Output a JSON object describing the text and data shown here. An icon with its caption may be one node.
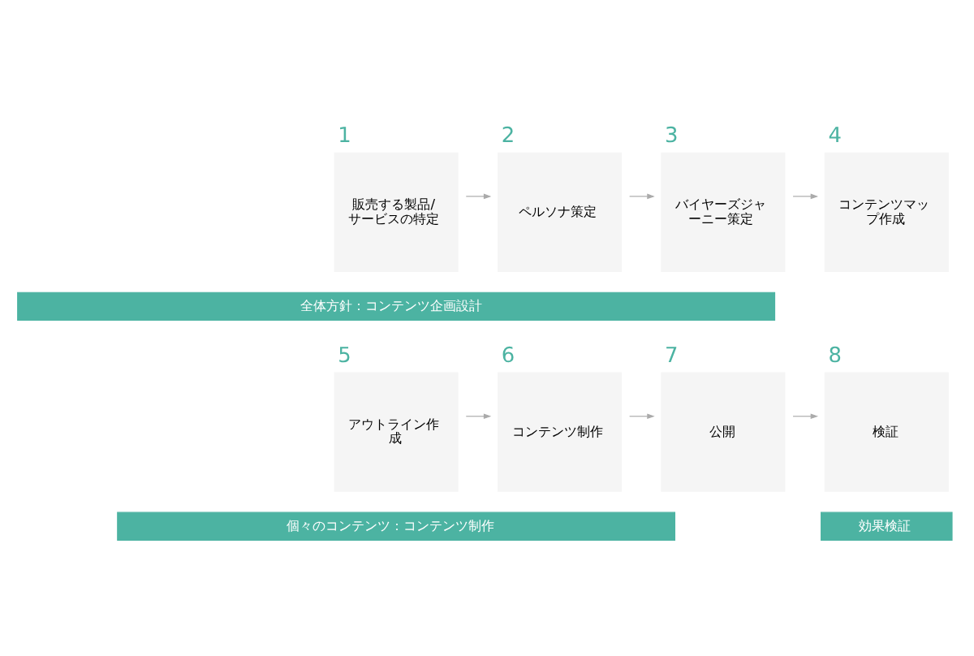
{
  "diagram": {
    "nodes": [
      {
        "text": [
          "1",
          "販売する製品/サービスの特定"
        ]
      },
      {
        "text": [
          "2",
          "ペルソナ策定"
        ]
      },
      {
        "text": [
          "3",
          "バイヤーズジャーニー策定"
        ]
      },
      {
        "text": [
          "4",
          "コンテンツマップ作成"
        ]
      },
      {
        "text": [
          "全体方針：コンテンツ企画設計"
        ]
      },
      {
        "text": [
          "5",
          "アウトライン作成"
        ]
      },
      {
        "text": [
          "6",
          "コンテンツ制作"
        ]
      },
      {
        "text": [
          "7",
          "公開"
        ]
      },
      {
        "text": [
          "8",
          "検証"
        ]
      },
      {
        "text": [
          "個々のコンテンツ：コンテンツ制作"
        ]
      },
      {
        "text": [
          "効果検証"
        ]
      }
    ],
    "edges": [
      {
        "from": 0,
        "to": 1,
        "arrow": "to"
      },
      {
        "from": 1,
        "to": 2,
        "arrow": "to"
      },
      {
        "from": 2,
        "to": 3,
        "arrow": "to"
      },
      {
        "from": 5,
        "to": 6,
        "arrow": "to"
      },
      {
        "from": 6,
        "to": 7,
        "arrow": "to"
      },
      {
        "from": 7,
        "to": 8,
        "arrow": "to"
      }
    ]
  }
}
